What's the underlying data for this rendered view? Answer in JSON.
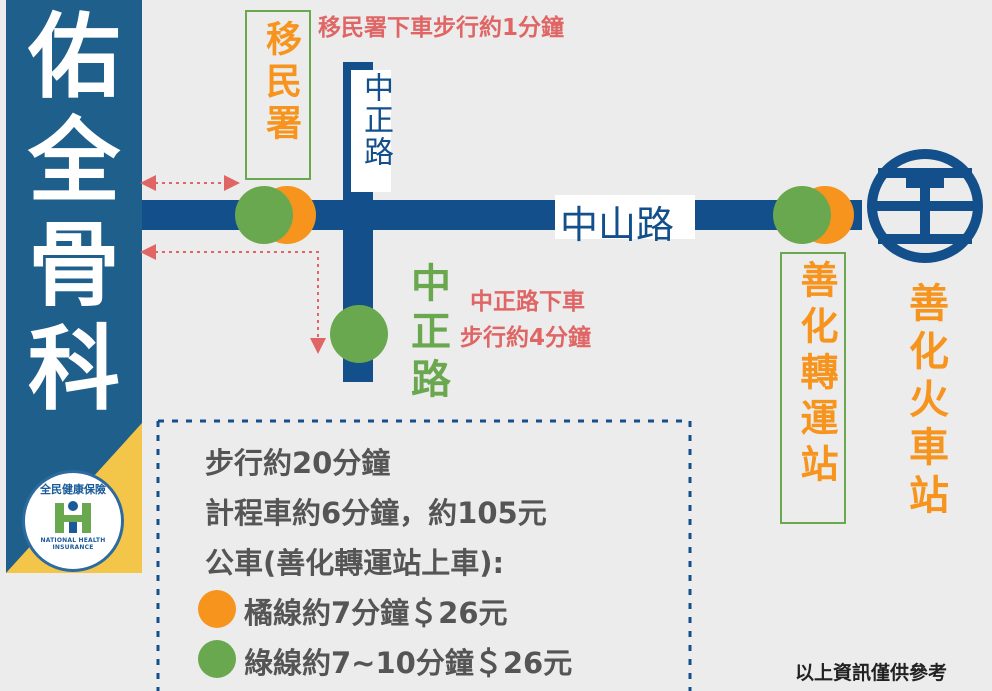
{
  "banner": {
    "title_chars": [
      "佑",
      "全",
      "骨",
      "科"
    ],
    "logo_top": "全民健康保險",
    "logo_bottom": "NATIONAL HEALTH INSURANCE"
  },
  "roads": {
    "zhongshan": "中山路",
    "zhongzheng_top": "中正路",
    "zhongzheng_bottom": "中正路"
  },
  "stops": {
    "immigration": "移民署",
    "shanhua_transfer": "善化轉運站",
    "shanhua_station": "善化火車站"
  },
  "notes": {
    "immigration_walk": "移民署下車步行約1分鐘",
    "zhongzheng_walk_line1": "中正路下車",
    "zhongzheng_walk_line2": "步行約4分鐘"
  },
  "info": {
    "walk": "步行約20分鐘",
    "taxi": "計程車約6分鐘，約105元",
    "bus_header": "公車(善化轉運站上車):",
    "orange_line": "橘線約7分鐘＄26元",
    "green_line": "綠線約7~10分鐘＄26元"
  },
  "footer": "以上資訊僅供參考",
  "colors": {
    "road": "#134f8a",
    "orange": "#f7941d",
    "green": "#6aa84f",
    "note": "#e06666",
    "banner": "#1f5f8c"
  },
  "icons": [
    "taiwan-railway-logo-icon",
    "nhi-logo-icon"
  ]
}
